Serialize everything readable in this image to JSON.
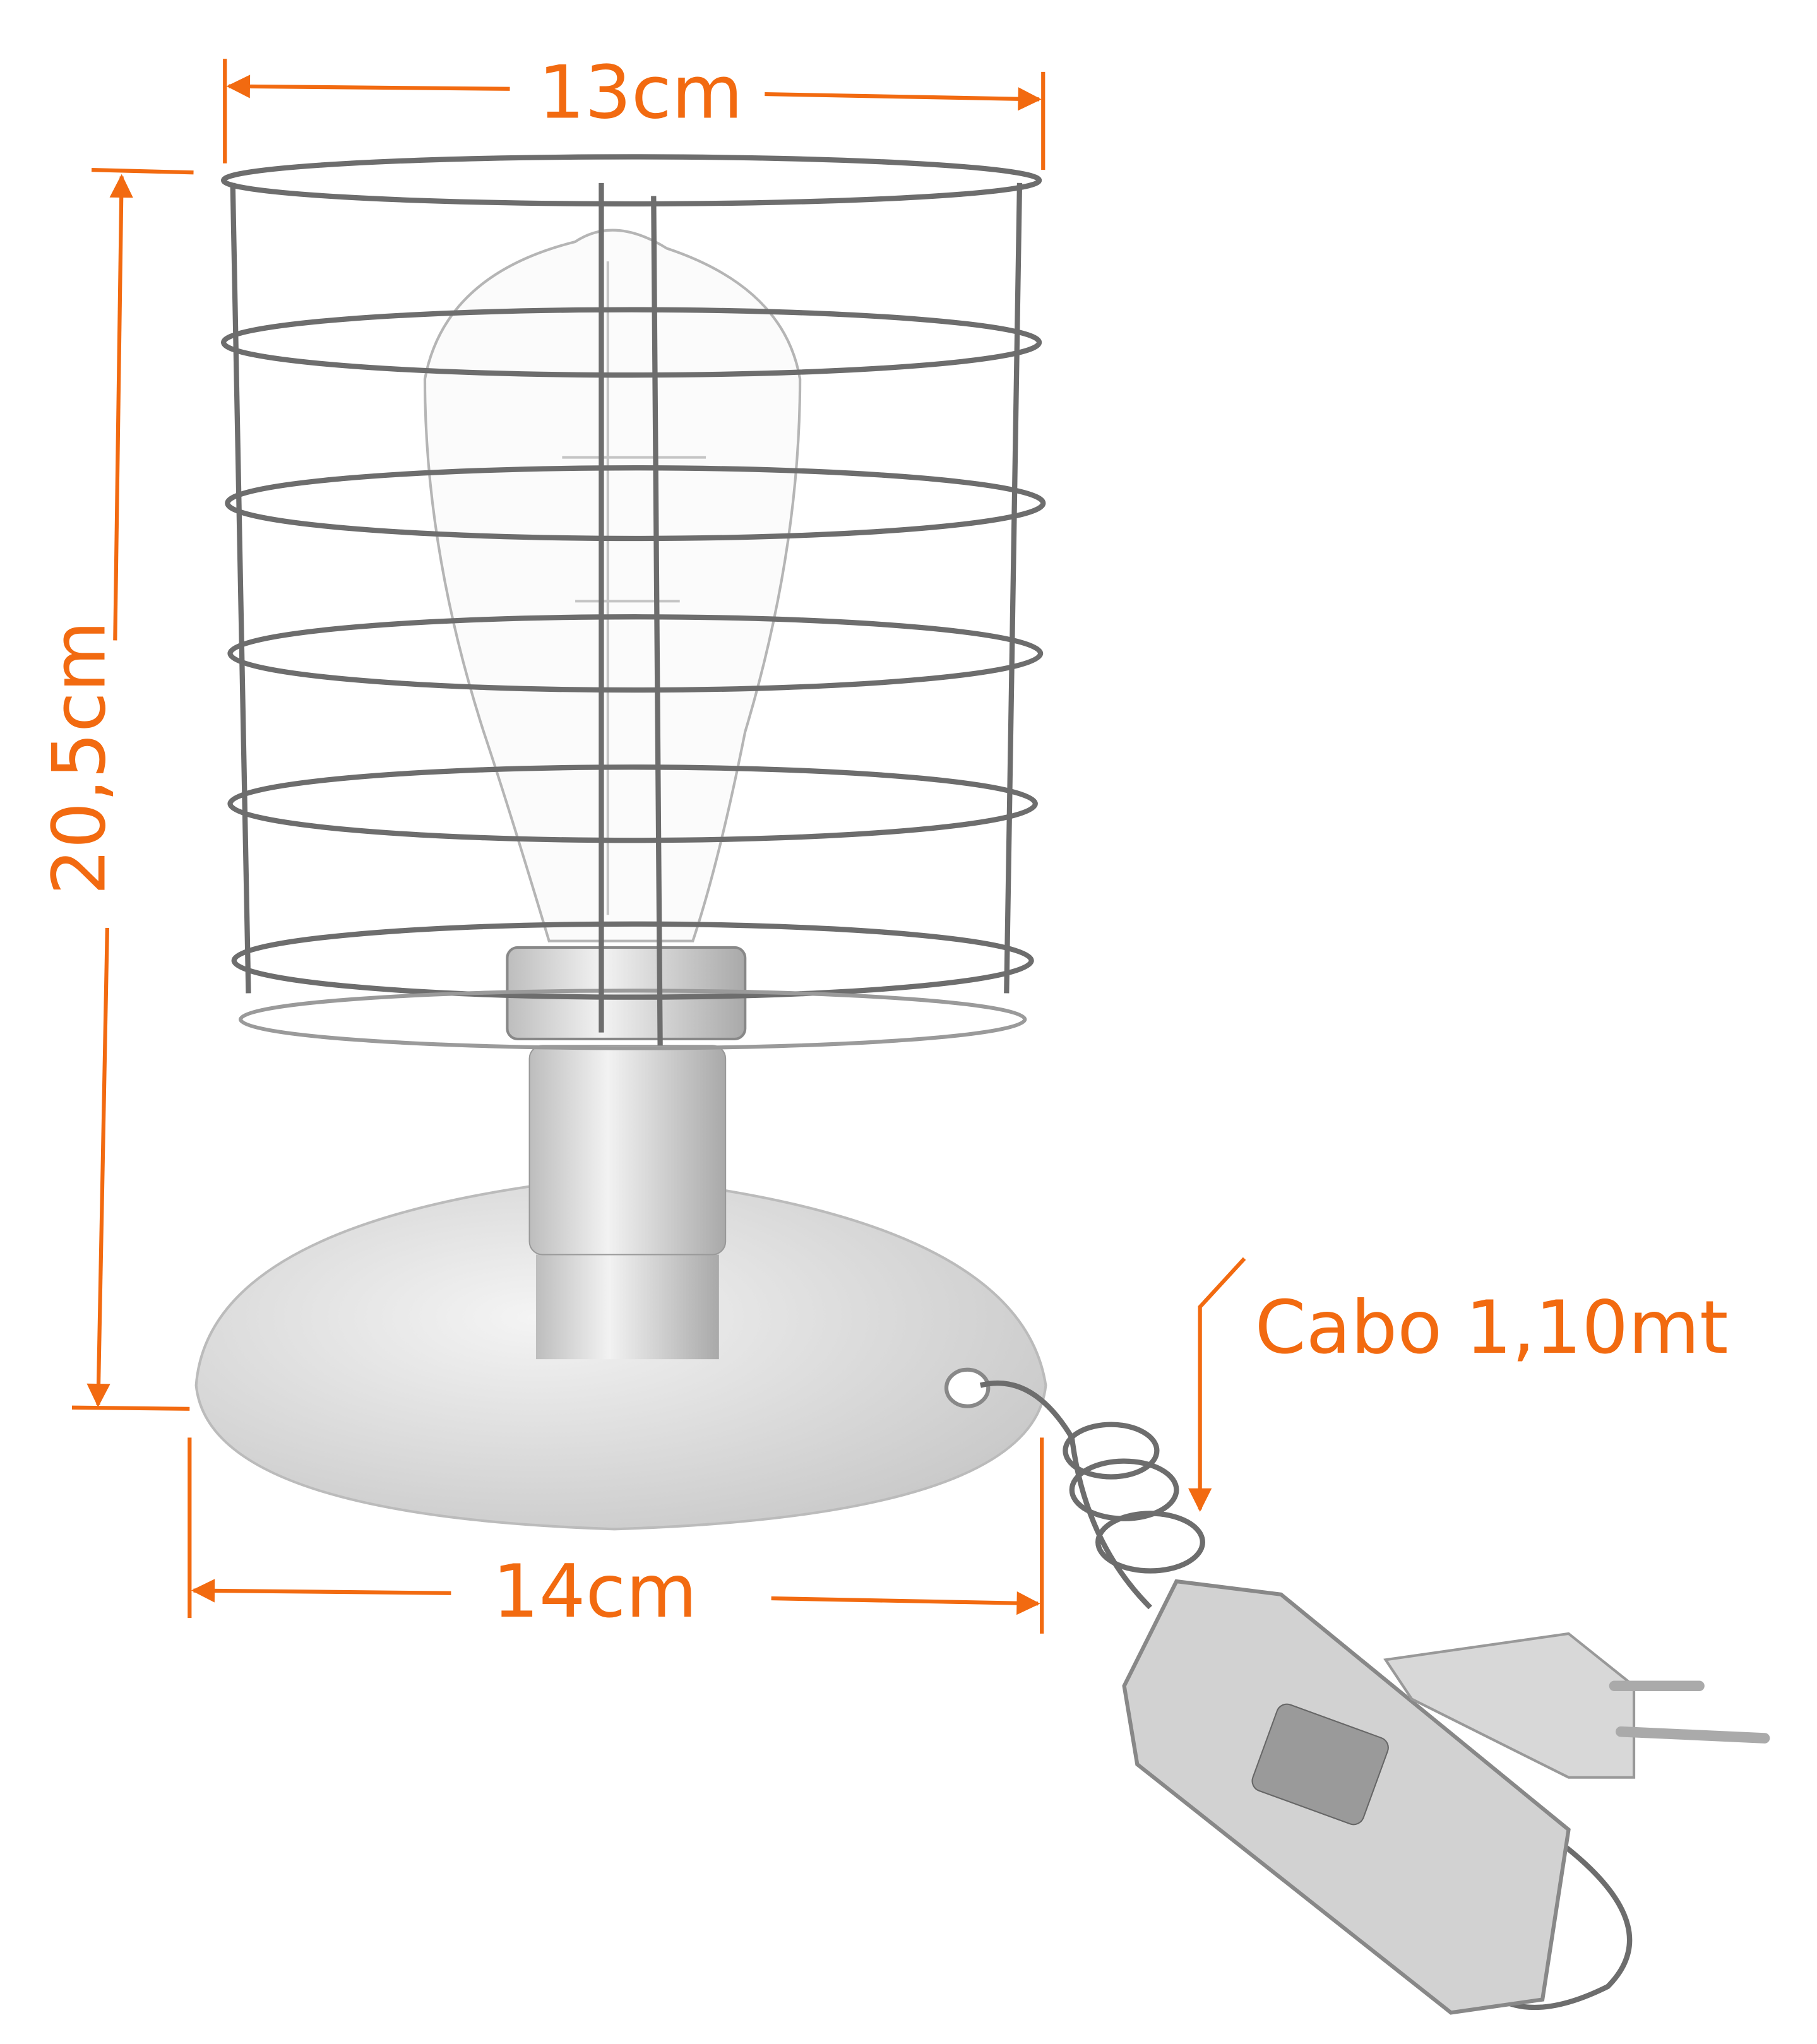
{
  "dimensions": {
    "top_width": "13cm",
    "height": "20,5cm",
    "base_width": "14cm",
    "cable": "Cabo 1,10mt"
  },
  "colors": {
    "annotation": "#F26A10",
    "metal": "#8a8a8a"
  }
}
